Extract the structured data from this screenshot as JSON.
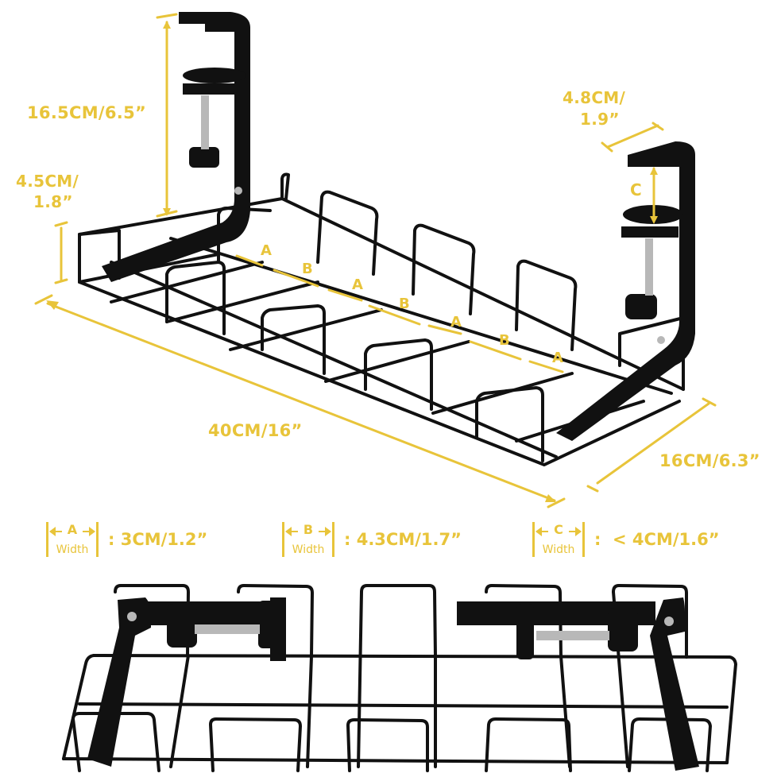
{
  "colors": {
    "accent": "#e8c43a",
    "product": "#111111",
    "background": "#ffffff",
    "screw": "#b8b8b8"
  },
  "dimensions": {
    "height_overall": "16.5CM/6.5”",
    "basket_depth_line1": "4.5CM/",
    "basket_depth_line2": "1.8”",
    "clamp_opening_line1": "4.8CM/",
    "clamp_opening_line2": "1.9”",
    "clamp_gap_letter": "C",
    "length": "40CM/16”",
    "width": "16CM/6.3”"
  },
  "segments": [
    {
      "letter": "A"
    },
    {
      "letter": "B"
    },
    {
      "letter": "A"
    },
    {
      "letter": "B"
    },
    {
      "letter": "A"
    },
    {
      "letter": "B"
    },
    {
      "letter": "A"
    }
  ],
  "legend": [
    {
      "letter": "A",
      "sub": "Width",
      "value": ": 3CM/1.2”"
    },
    {
      "letter": "B",
      "sub": "Width",
      "value": ": 4.3CM/1.7”"
    },
    {
      "letter": "C",
      "sub": "Width",
      "value": ":  < 4CM/1.6”"
    }
  ]
}
